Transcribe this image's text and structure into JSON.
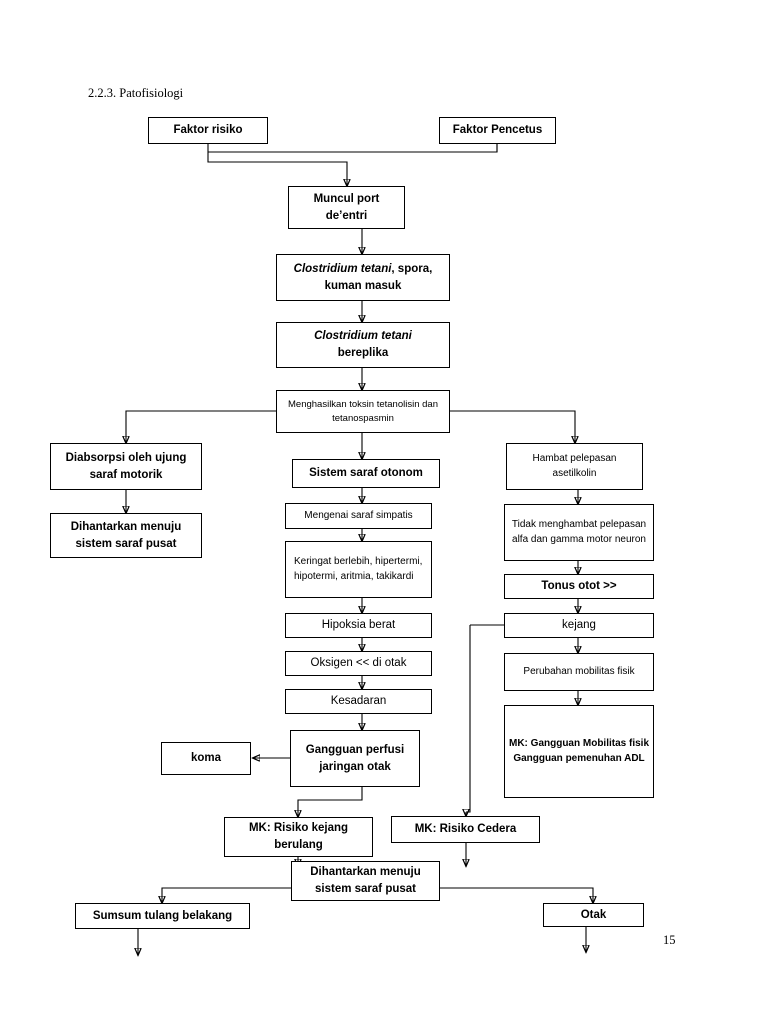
{
  "page": {
    "heading": "2.2.3. Patofisiologi",
    "page_number": "15"
  },
  "nodes": {
    "faktor_risiko": "Faktor risiko",
    "faktor_pencetus": "Faktor Pencetus",
    "muncul_port": "Muncul port de’entri",
    "clostridium_spora_1": "Clostridium tetani",
    "clostridium_spora_2": ", spora, kuman masuk",
    "clostridium_replika_1": "Clostridium tetani",
    "clostridium_replika_2": "bereplika",
    "toksin": "Menghasilkan toksin tetanolisin dan tetanospasmin",
    "diabsorpsi": "Diabsorpsi oleh ujung saraf motorik",
    "sistem_saraf_otonom": "Sistem saraf otonom",
    "hambat_pelepasan": "Hambat pelepasan asetilkolin",
    "dihantarkan_pusat_1": "Dihantarkan menuju sistem saraf pusat",
    "mengenai_simpatis": "Mengenai saraf simpatis",
    "tidak_menghambat": "Tidak menghambat pelepasan alfa dan gamma motor neuron",
    "keringat": "Keringat berlebih, hipertermi, hipotermi, aritmia, takikardi",
    "tonus_otot": "Tonus otot >>",
    "hipoksia": "Hipoksia berat",
    "kejang": "kejang",
    "oksigen": "Oksigen << di otak",
    "perubahan_mobilitas": "Perubahan mobilitas fisik",
    "kesadaran": "Kesadaran",
    "mk_gangguan": "MK: Gangguan Mobilitas fisik Gangguan pemenuhan ADL",
    "koma": "koma",
    "gangguan_perfusi": "Gangguan perfusi jaringan otak",
    "mk_risiko_kejang": "MK: Risiko kejang berulang",
    "mk_risiko_cedera": "MK: Risiko Cedera",
    "dihantarkan_pusat_2": "Dihantarkan menuju sistem saraf pusat",
    "sumsum": "Sumsum tulang belakang",
    "otak": "Otak"
  }
}
